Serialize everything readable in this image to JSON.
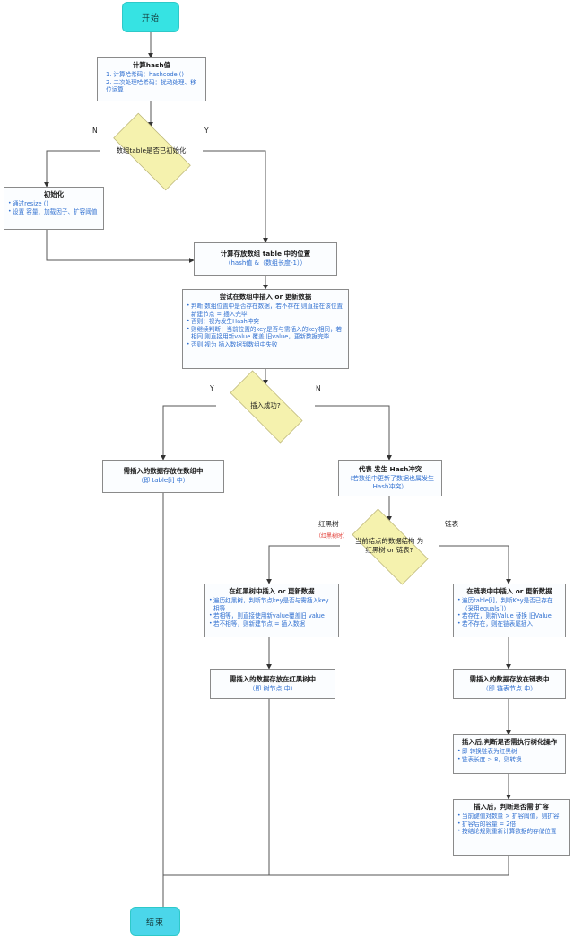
{
  "diagram": {
    "title": "HashMap put flow",
    "colors": {
      "terminator": "#3FE8E8",
      "decision": "#F5F2AE",
      "process": "#FBFDFF",
      "accent_text": "#2F6FD0",
      "red_note": "#E0342C"
    }
  },
  "nodes": {
    "start": {
      "label": "开始"
    },
    "hash": {
      "title": "计算hash值",
      "lines": [
        "1. 计算哈希码：hashcode ()",
        "2. 二次处理哈希码：扰动处理、移位运算"
      ]
    },
    "table_init_decision": {
      "text1": "数组table是否已初始化",
      "label_no": "N",
      "label_yes": "Y"
    },
    "init": {
      "title": "初始化",
      "lines": [
        "通过resize ()",
        "设置 容量、加载因子、扩容阈值"
      ]
    },
    "calc_index": {
      "title": "计算存放数组 table 中的位置",
      "sub": "（hash值 &（数组长度-1））"
    },
    "try_insert": {
      "title": "尝试在数组中插入 or 更新数据",
      "lines": [
        "判断 数组位置中是否存在数据，若不存在 则直接在该位置新建节点 = 插入完毕",
        "否则：视为发生Hash冲突",
        "则继续判断：当前位置的key是否与需插入的key相同，若相同 则直接用新value 覆盖 旧value，更新数据完毕",
        "否则 视为 插入数据到数组中失败"
      ]
    },
    "insert_ok_decision": {
      "text1": "插入成功?",
      "label_yes": "Y",
      "label_no": "N"
    },
    "stored_in_array": {
      "title": "需插入的数据存放在数组中",
      "sub": "（即 table[i] 中）"
    },
    "hash_conflict": {
      "title": "代表 发生 Hash冲突",
      "sub": "（若数组中更新了数据也属发生 Hash冲突）"
    },
    "struct_decision": {
      "text1": "当前结点的数据结构 为",
      "text2": "红黑树 or 链表?",
      "label_left": "红黑树",
      "label_left_note": "（红黑树时）",
      "label_right": "链表"
    },
    "rbtree_insert": {
      "title": "在红黑树中插入 or 更新数据",
      "lines": [
        "遍历红黑树，判断节点key是否与需插入key 相等",
        "若相等，则直接使用新value覆盖旧 value",
        "若不相等，则新建节点 = 插入数据"
      ]
    },
    "list_insert": {
      "title": "在链表中中插入 or 更新数据",
      "lines": [
        "遍历table[i]，判断Key是否已存在（采用equals()）",
        "若存在，则新Value 替换 旧Value",
        "若不存在，则在链表尾插入"
      ]
    },
    "stored_in_rbtree": {
      "title": "需插入的数据存放在红黑树中",
      "sub": "（即 树节点 中）"
    },
    "stored_in_list": {
      "title": "需插入的数据存放在链表中",
      "sub": "（即 链表节点 中）"
    },
    "treeify": {
      "title": "插入后,判断是否需执行树化操作",
      "lines": [
        "即 转换链表为红黑树",
        "链表长度 > 8，则转换"
      ]
    },
    "resize": {
      "title": "插入后，判断是否需 扩容",
      "lines": [
        "当前键值对数量 > 扩容阈值，则扩容",
        "扩容后的容量 = 2倍",
        "按结论规则重新计算数据的存储位置"
      ]
    },
    "end": {
      "label": "结束"
    }
  }
}
